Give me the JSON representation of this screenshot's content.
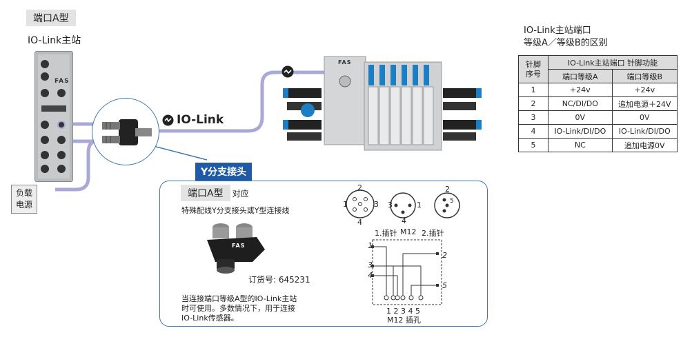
{
  "master": {
    "port_tag": "端口A型",
    "title": "IO-Link主站",
    "brand": "FAS"
  },
  "io_link_logo": "IO-Link",
  "valve_brand": "FAS",
  "load_supply": {
    "line1": "负载",
    "line2": "电源"
  },
  "table": {
    "caption_line1": "IO-Link主站端口",
    "caption_line2": "等级A／等级B的区别",
    "pin_header_line1": "针脚",
    "pin_header_line2": "序号",
    "function_header": "IO-Link主站端口 针脚功能",
    "class_a": "端口等级A",
    "class_b": "端口等级B",
    "rows": [
      {
        "pin": "1",
        "a": "+24v",
        "b": "+24v"
      },
      {
        "pin": "2",
        "a": "NC/DI/DO",
        "b": "追加电源＋24V"
      },
      {
        "pin": "3",
        "a": "0V",
        "b": "0V"
      },
      {
        "pin": "4",
        "a": "IO-Link/DI/DO",
        "b": "IO-Link/DI/DO"
      },
      {
        "pin": "5",
        "a": "NC",
        "b": "追加电源0V"
      }
    ]
  },
  "y_splitter": {
    "title": "Y分支接头",
    "port_tag": "端口A型",
    "corresponds": "对应",
    "desc": "特殊配线Y分支接头或Y型连接线",
    "brand": "FAS",
    "order_no": "订货号: 645231",
    "note_line1": "当连接端口等级A型的IO-Link主站",
    "note_line2": "时可使用。多数情况下，用于连接",
    "note_line3": "IO-Link传感器。"
  },
  "connectors": {
    "pin_1": "1",
    "pin_2": "2",
    "pin_3": "3",
    "pin_4": "4",
    "pin_5": "5",
    "label_pin1": "1.插针",
    "label_m12": "M12",
    "label_pin2": "2.插针",
    "socket_numbers": "1 2 3 4 5",
    "socket_label": "M12 插孔"
  },
  "colors": {
    "cable": "#a8a9d6",
    "panel_border": "#3b78b3",
    "title_bg": "#1f5aa6",
    "valve_blue": "#1c7fc4"
  }
}
